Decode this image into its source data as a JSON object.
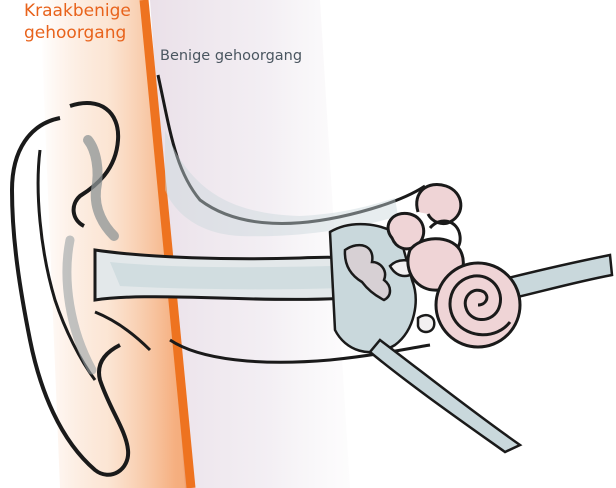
{
  "labels": {
    "cartilage_line1": "Kraakbenige",
    "cartilage_line2": "gehoorgang",
    "bony": "Benige gehoorgang"
  },
  "colors": {
    "cartilage": "#ee7320",
    "bony": "#ece7ec",
    "fluid": "#c9d8dc",
    "cochlea": "#efd4d6",
    "outline": "#1a1a1a"
  }
}
